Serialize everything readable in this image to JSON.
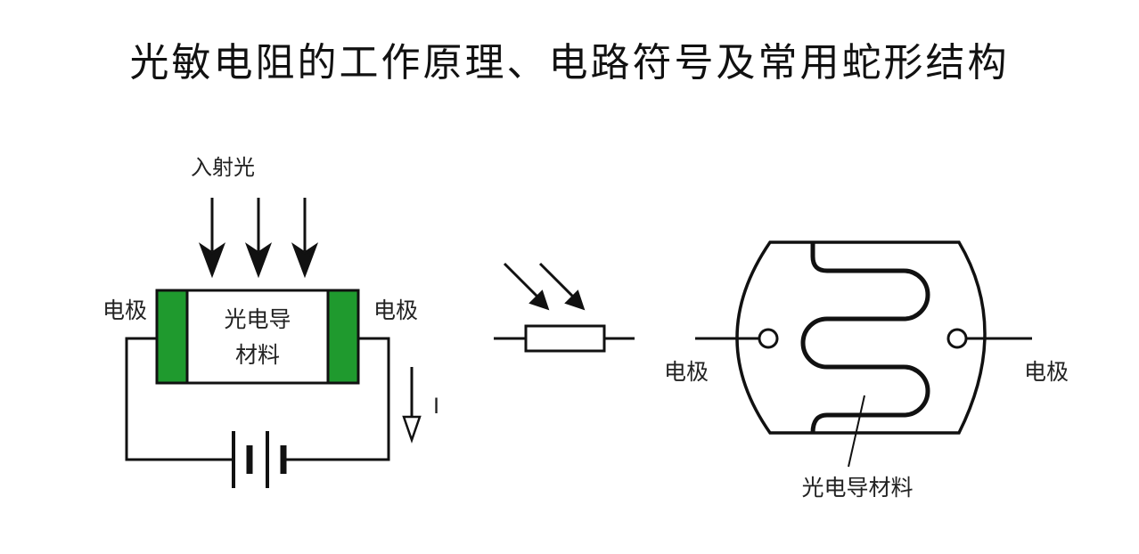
{
  "title": "光敏电阻的工作原理、电路符号及常用蛇形结构",
  "working_principle": {
    "incident_light_label": "入射光",
    "electrode_left_label": "电极",
    "electrode_right_label": "电极",
    "material_line1": "光电导",
    "material_line2": "材料",
    "current_label": "I"
  },
  "serpentine_structure": {
    "electrode_left_label": "电极",
    "electrode_right_label": "电极",
    "material_label": "光电导材料"
  },
  "colors": {
    "electrode": "#1f9a2e",
    "line": "#111111",
    "background": "#ffffff"
  }
}
